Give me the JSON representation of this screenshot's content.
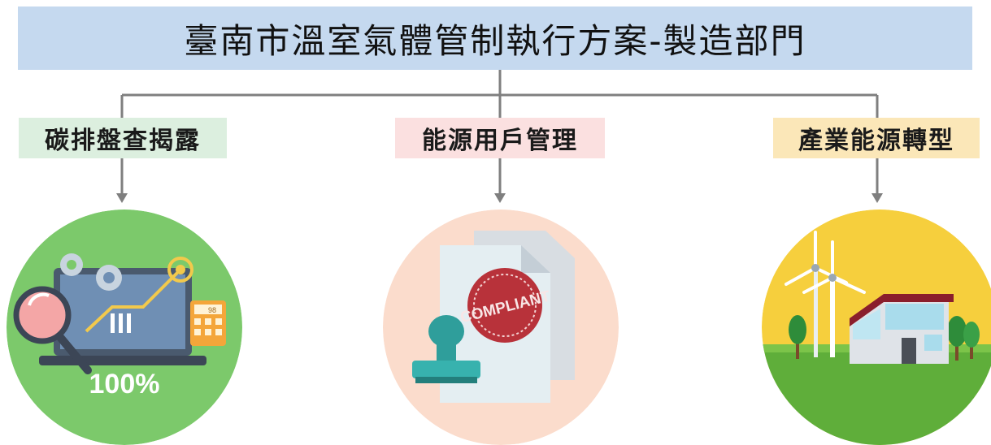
{
  "title": "臺南市溫室氣體管制執行方案-製造部門",
  "branches": [
    {
      "label": "碳排盤查揭露",
      "color": "#dcefdf",
      "icon": "laptop-analytics-icon",
      "circle_color": "#7cc96b"
    },
    {
      "label": "能源用戶管理",
      "color": "#fbe0e0",
      "icon": "compliant-document-icon",
      "circle_color": "#fbdccc"
    },
    {
      "label": "產業能源轉型",
      "color": "#fbe7b8",
      "icon": "green-energy-house-icon",
      "circle_color": "#f6cf3d"
    }
  ],
  "badges": {
    "percent": "100%",
    "compliant": "COMPLIANT",
    "calculator_display": "98"
  },
  "colors": {
    "title_bg": "#c5d9ef",
    "connector": "#7f7f7f"
  }
}
